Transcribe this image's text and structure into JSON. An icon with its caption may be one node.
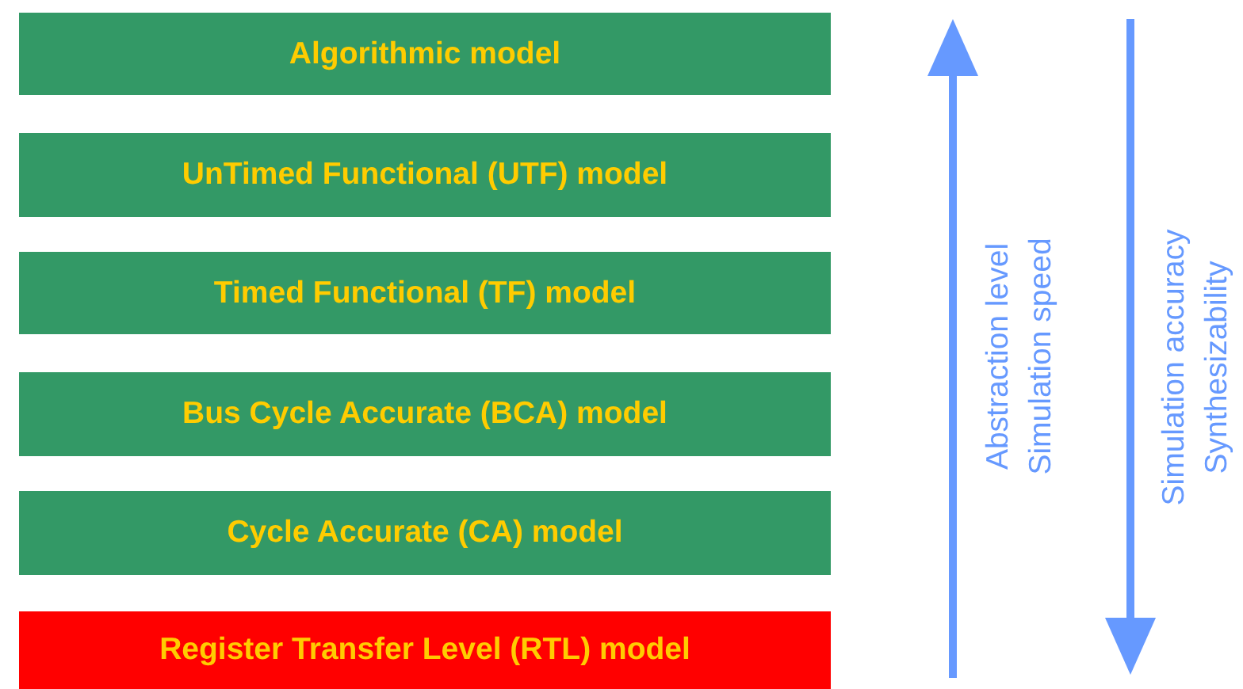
{
  "diagram": {
    "nodes": [
      {
        "text": [
          "Algorithmic model"
        ]
      },
      {
        "text": [
          "UnTimed Functional (UTF) model"
        ]
      },
      {
        "text": [
          "Timed Functional (TF) model"
        ]
      },
      {
        "text": [
          "Bus Cycle Accurate (BCA) model"
        ]
      },
      {
        "text": [
          "Cycle Accurate (CA) model"
        ]
      },
      {
        "text": [
          "Register Transfer Level (RTL) model"
        ]
      }
    ],
    "labels": [
      "Abstraction level",
      "Simulation speed",
      "Simulation accuracy",
      "Synthesizability"
    ]
  }
}
